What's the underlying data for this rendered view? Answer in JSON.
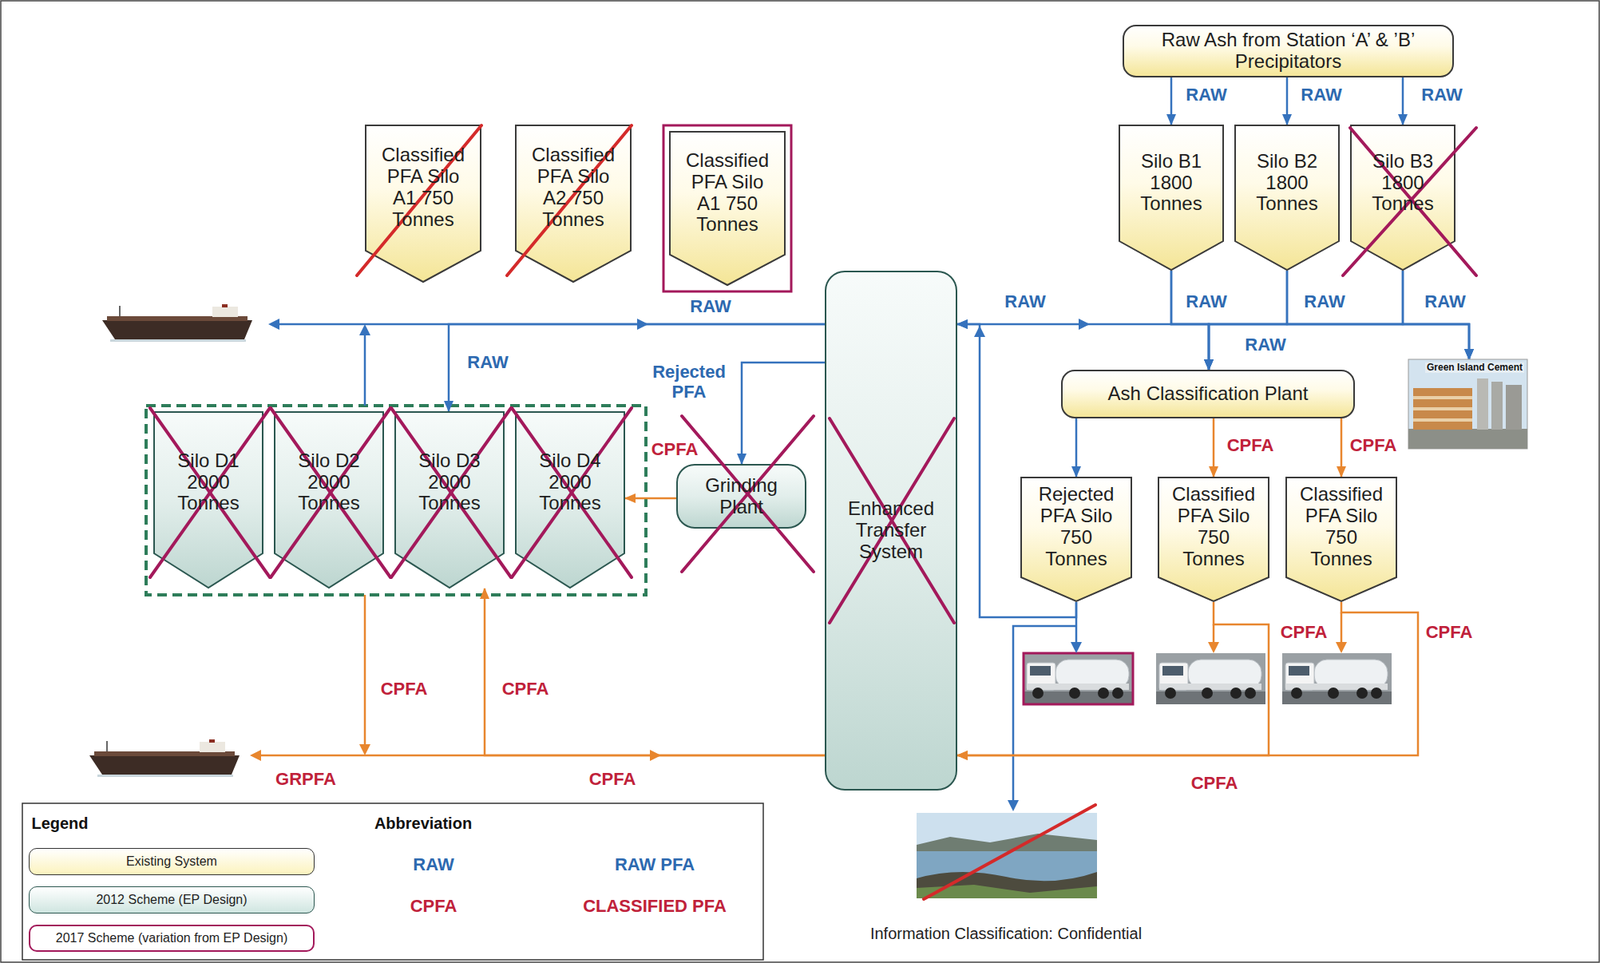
{
  "diagram": {
    "nodes": [
      {
        "text": [
          "Raw Ash from Station ‘A’ & ’B’ Precipitators"
        ]
      },
      {
        "text": [
          "Classified PFA Silo A1 750 Tonnes"
        ]
      },
      {
        "text": [
          "Classified PFA Silo A2 750 Tonnes"
        ]
      },
      {
        "text": [
          "Classified PFA Silo A1 750 Tonnes"
        ]
      },
      {
        "text": [
          "Silo B1 1800 Tonnes"
        ]
      },
      {
        "text": [
          "Silo B2 1800 Tonnes"
        ]
      },
      {
        "text": [
          "Silo B3 1800 Tonnes"
        ]
      },
      {
        "text": [
          "Silo D1 2000 Tonnes"
        ]
      },
      {
        "text": [
          "Silo D2 2000 Tonnes"
        ]
      },
      {
        "text": [
          "Silo D3 2000 Tonnes"
        ]
      },
      {
        "text": [
          "Silo D4 2000 Tonnes"
        ]
      },
      {
        "text": [
          "Grinding Plant"
        ]
      },
      {
        "text": [
          "Enhanced Transfer System"
        ]
      },
      {
        "text": [
          "Ash Classification Plant"
        ]
      },
      {
        "text": [
          "Green Island Cement"
        ]
      },
      {
        "text": [
          "Rejected PFA Silo 750 Tonnes"
        ]
      },
      {
        "text": [
          "Classified PFA Silo 750 Tonnes"
        ]
      },
      {
        "text": [
          "Classified PFA Silo 750 Tonnes"
        ]
      }
    ],
    "edges": [
      {
        "from": 0,
        "to": 4,
        "arrow": "to",
        "label": "RAW"
      },
      {
        "from": 0,
        "to": 5,
        "arrow": "to",
        "label": "RAW"
      },
      {
        "from": 0,
        "to": 6,
        "arrow": "to",
        "label": "RAW"
      },
      {
        "from": 4,
        "to": 13,
        "arrow": "to",
        "label": "RAW"
      },
      {
        "from": 5,
        "to": 13,
        "arrow": "to",
        "label": "RAW"
      },
      {
        "from": 6,
        "to": 13,
        "arrow": "to",
        "label": "RAW"
      },
      {
        "from": 4,
        "to": 14,
        "arrow": "to"
      },
      {
        "from": 5,
        "to": 14,
        "arrow": "to"
      },
      {
        "from": 6,
        "to": 14,
        "arrow": "to"
      },
      {
        "from": 12,
        "to": 13,
        "arrow": "both",
        "label": "RAW"
      },
      {
        "from": 15,
        "to": 12,
        "arrow": "to"
      },
      {
        "from": 13,
        "to": 15,
        "arrow": "to"
      },
      {
        "from": 13,
        "to": 16,
        "arrow": "to",
        "label": "CPFA"
      },
      {
        "from": 13,
        "to": 17,
        "arrow": "to",
        "label": "CPFA"
      },
      {
        "from": 16,
        "to": 12,
        "arrow": "to",
        "label": "CPFA"
      },
      {
        "from": 17,
        "to": 12,
        "arrow": "to",
        "label": "CPFA"
      },
      {
        "from": 12,
        "to": 9,
        "arrow": "to",
        "label": "RAW"
      },
      {
        "from": 12,
        "to": 11,
        "arrow": "to",
        "label": "Rejected PFA"
      },
      {
        "from": 11,
        "to": 10,
        "arrow": "to",
        "label": "CPFA"
      },
      {
        "from": 12,
        "to": 9,
        "arrow": "to",
        "label": "CPFA"
      }
    ],
    "labels": [
      "RAW",
      "RAW",
      "CPFA",
      "GRPFA",
      "CPFA",
      "CPFA",
      "Legend",
      "Abbreviation",
      "RAW",
      "RAW PFA",
      "CPFA",
      "CLASSIFIED PFA",
      "Information Classification: Confidential"
    ],
    "legend": [
      {
        "text": "Existing System",
        "color": "#fcf3bd"
      },
      {
        "text": "2012 Scheme (EP Design)",
        "color": "#cfe5e0"
      },
      {
        "text": "2017 Scheme (variation from EP Design)"
      }
    ]
  }
}
